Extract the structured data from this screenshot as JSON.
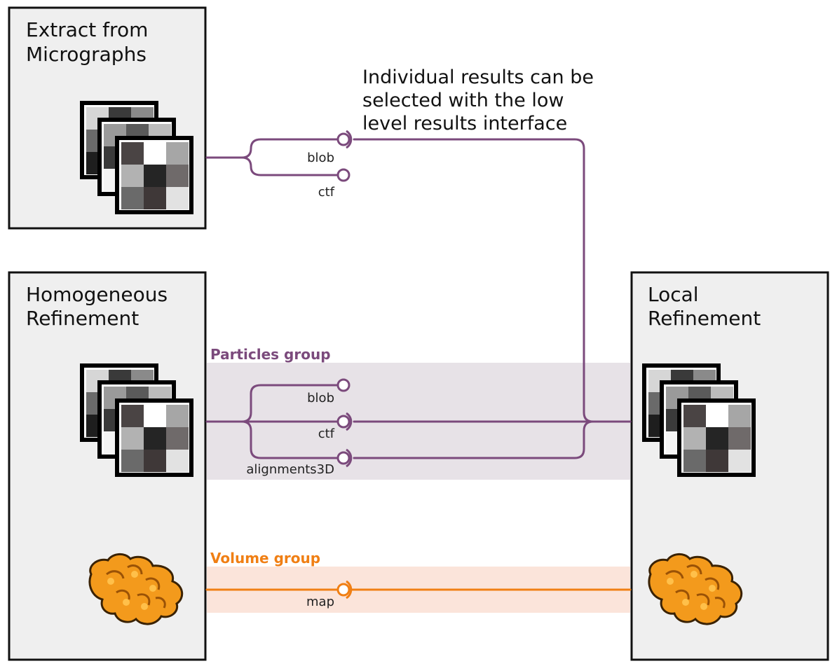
{
  "colors": {
    "particles": "#7b4a7c",
    "volume": "#f07f14",
    "box_fill": "#efefef",
    "box_stroke": "#111111",
    "particles_band": "#e7e2e7",
    "volume_band": "#fbe4da"
  },
  "jobs": {
    "extract": {
      "line1": "Extract from",
      "line2": "Micrographs"
    },
    "homo": {
      "line1": "Homogeneous",
      "line2": "Refinement"
    },
    "local": {
      "line1": "Local",
      "line2": "Refinement"
    }
  },
  "note": {
    "line1": "Individual results can be",
    "line2": "selected with the low",
    "line3": "level results interface"
  },
  "groups": {
    "particles": "Particles group",
    "volume": "Volume group"
  },
  "slots": {
    "extract_blob": "blob",
    "extract_ctf": "ctf",
    "homo_blob": "blob",
    "homo_ctf": "ctf",
    "homo_align": "alignments3D",
    "homo_map": "map"
  },
  "icons": {
    "particle_stack": "particle-stack-icon",
    "volume": "volume-icon"
  }
}
